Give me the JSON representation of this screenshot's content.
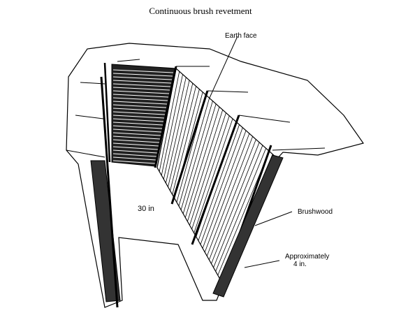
{
  "diagram": {
    "title": "Continuous brush revetment",
    "labels": {
      "earth_face": "Earth face",
      "depth": "30 in",
      "brushwood": "Brushwood",
      "spacing_line1": "Approximately",
      "spacing_line2": "4 in."
    }
  }
}
